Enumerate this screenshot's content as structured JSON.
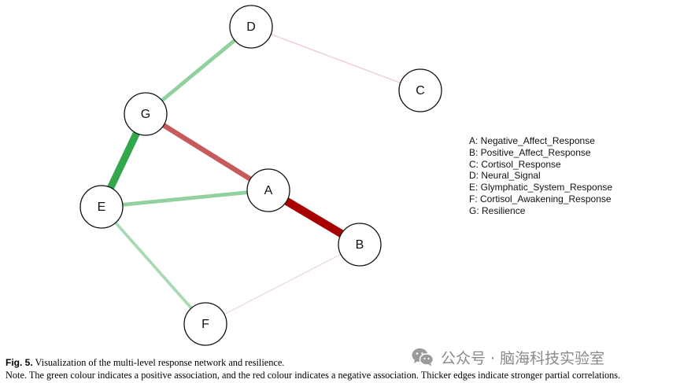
{
  "diagram": {
    "nodes": [
      {
        "id": "D",
        "label": "D"
      },
      {
        "id": "C",
        "label": "C"
      },
      {
        "id": "G",
        "label": "G"
      },
      {
        "id": "A",
        "label": "A"
      },
      {
        "id": "E",
        "label": "E"
      },
      {
        "id": "B",
        "label": "B"
      },
      {
        "id": "F",
        "label": "F"
      }
    ],
    "edges": [
      {
        "from": "A",
        "to": "B",
        "sign": "negative",
        "strength": 0.85
      },
      {
        "from": "G",
        "to": "A",
        "sign": "negative",
        "strength": 0.5
      },
      {
        "from": "G",
        "to": "E",
        "sign": "positive",
        "strength": 0.75
      },
      {
        "from": "E",
        "to": "A",
        "sign": "positive",
        "strength": 0.35
      },
      {
        "from": "D",
        "to": "G",
        "sign": "positive",
        "strength": 0.35
      },
      {
        "from": "E",
        "to": "F",
        "sign": "positive",
        "strength": 0.25
      },
      {
        "from": "D",
        "to": "C",
        "sign": "negative",
        "strength": 0.05
      },
      {
        "from": "F",
        "to": "B",
        "sign": "negative",
        "strength": 0.03
      }
    ],
    "colors": {
      "positive": "#1e9e3a",
      "negative": "#a80000",
      "node_fill": "#ffffff",
      "node_stroke": "#111111"
    }
  },
  "legend": {
    "items": [
      "A: Negative_Affect_Response",
      "B: Positive_Affect_Response",
      "C: Cortisol_Response",
      "D: Neural_Signal",
      "E: Glymphatic_System_Response",
      "F: Cortisol_Awakening_Response",
      "G: Resilience"
    ]
  },
  "caption": {
    "fig_label": "Fig. 5.",
    "title": "Visualization of the multi-level response network and resilience.",
    "note": "Note. The green colour indicates a positive association, and the red colour indicates a negative association. Thicker edges indicate stronger partial correlations."
  },
  "watermark": {
    "icon": "wechat-icon",
    "text": "公众号 · 脑海科技实验室"
  }
}
